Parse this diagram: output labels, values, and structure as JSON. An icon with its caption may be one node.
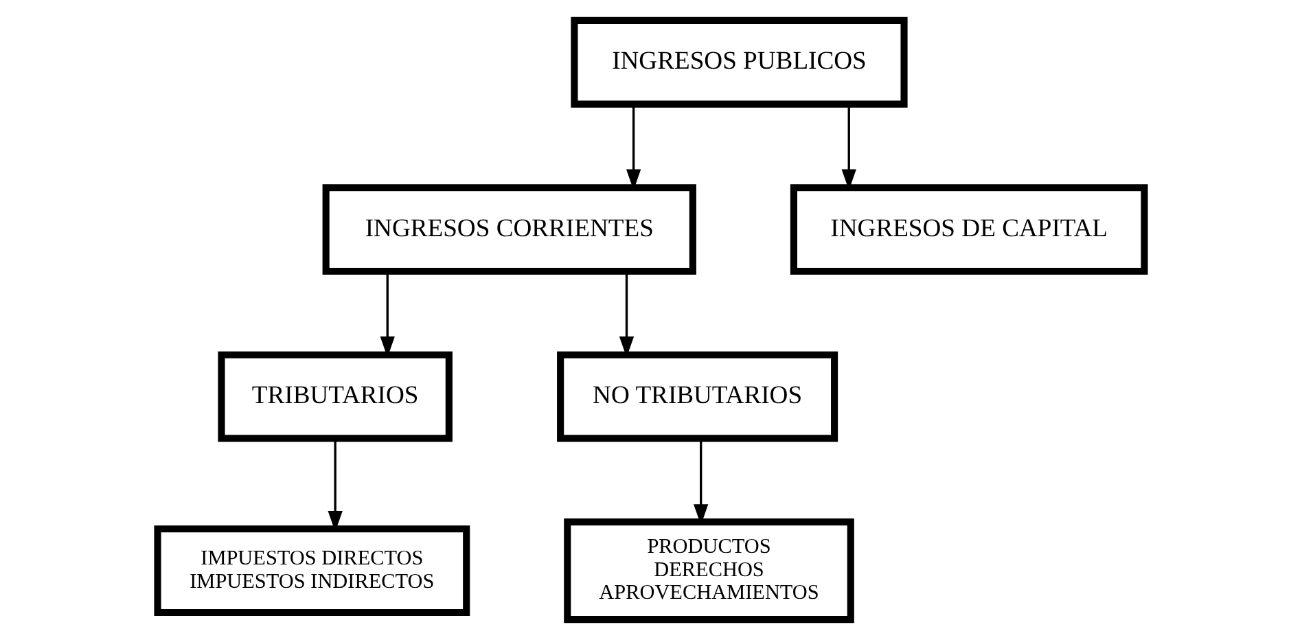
{
  "diagram": {
    "nodes": [
      {
        "text": [
          "INGRESOS PUBLICOS"
        ]
      },
      {
        "text": [
          "INGRESOS CORRIENTES"
        ]
      },
      {
        "text": [
          "INGRESOS DE CAPITAL"
        ]
      },
      {
        "text": [
          "TRIBUTARIOS"
        ]
      },
      {
        "text": [
          "NO TRIBUTARIOS"
        ]
      },
      {
        "text": [
          "IMPUESTOS DIRECTOS",
          "IMPUESTOS INDIRECTOS"
        ]
      },
      {
        "text": [
          "PRODUCTOS",
          "DERECHOS",
          "APROVECHAMIENTOS"
        ]
      }
    ],
    "edges": [
      {
        "from": 0,
        "to": 1,
        "arrow": "to"
      },
      {
        "from": 0,
        "to": 2,
        "arrow": "to"
      },
      {
        "from": 1,
        "to": 3,
        "arrow": "to"
      },
      {
        "from": 1,
        "to": 4,
        "arrow": "to"
      },
      {
        "from": 3,
        "to": 5,
        "arrow": "to"
      },
      {
        "from": 4,
        "to": 6,
        "arrow": "to"
      }
    ]
  }
}
